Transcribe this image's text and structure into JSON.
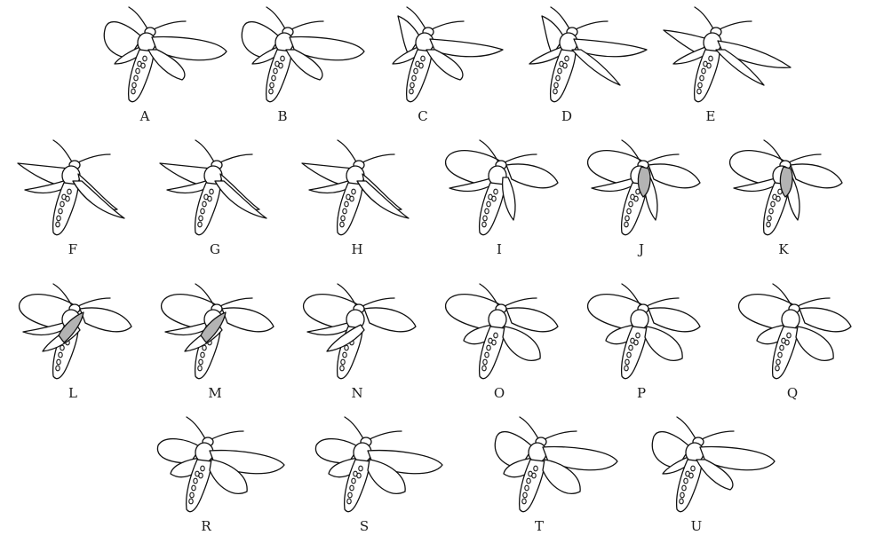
{
  "frames": [
    {
      "label": "A",
      "forewing": "up-round",
      "hindwing": "down",
      "fold": 0
    },
    {
      "label": "B",
      "forewing": "up-round",
      "hindwing": "down",
      "fold": 0
    },
    {
      "label": "C",
      "forewing": "up",
      "hindwing": "down",
      "fold": 0
    },
    {
      "label": "D",
      "forewing": "up",
      "hindwing": "down-point",
      "fold": 0
    },
    {
      "label": "E",
      "forewing": "level",
      "hindwing": "down-point",
      "fold": 0
    },
    {
      "label": "F",
      "forewing": "level-long",
      "hindwing": "swept",
      "fold": 0
    },
    {
      "label": "G",
      "forewing": "level-long",
      "hindwing": "swept",
      "fold": 0
    },
    {
      "label": "H",
      "forewing": "level-long",
      "hindwing": "swept",
      "fold": 0
    },
    {
      "label": "I",
      "forewing": "back-round",
      "hindwing": "tucked",
      "fold": 0
    },
    {
      "label": "J",
      "forewing": "back-round",
      "hindwing": "tucked",
      "fold": 1
    },
    {
      "label": "K",
      "forewing": "back-round",
      "hindwing": "tucked",
      "fold": 1
    },
    {
      "label": "L",
      "forewing": "back-round",
      "hindwing": "under",
      "fold": 2
    },
    {
      "label": "M",
      "forewing": "back-round",
      "hindwing": "under",
      "fold": 2
    },
    {
      "label": "N",
      "forewing": "back-round",
      "hindwing": "under",
      "fold": 0
    },
    {
      "label": "O",
      "forewing": "back-round",
      "hindwing": "spread",
      "fold": 0
    },
    {
      "label": "P",
      "forewing": "back-round",
      "hindwing": "spread",
      "fold": 0
    },
    {
      "label": "Q",
      "forewing": "back-round",
      "hindwing": "spread",
      "fold": 0
    },
    {
      "label": "R",
      "forewing": "level-round",
      "hindwing": "spread",
      "fold": 0
    },
    {
      "label": "S",
      "forewing": "level-round",
      "hindwing": "spread",
      "fold": 0
    },
    {
      "label": "T",
      "forewing": "up-round",
      "hindwing": "spread",
      "fold": 0
    },
    {
      "label": "U",
      "forewing": "up-round",
      "hindwing": "down",
      "fold": 0
    }
  ]
}
